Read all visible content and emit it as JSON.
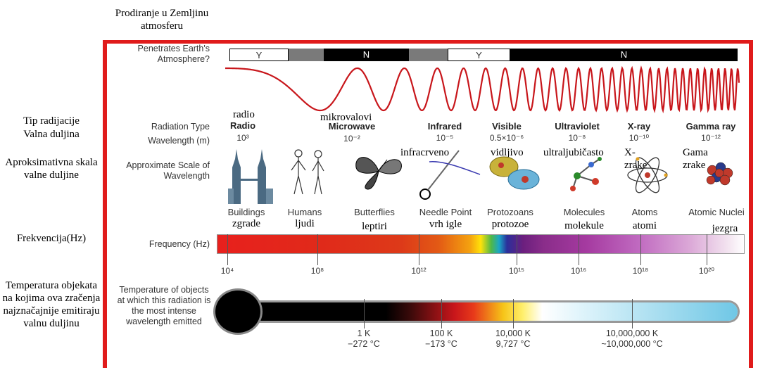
{
  "top_title": "Prodiranje u Zemljinu atmosferu",
  "left_labels": {
    "tip": "Tip radijacije",
    "valna": "Valna duljina",
    "aprox": "Aproksimativna skala valne duljine",
    "frek": "Frekvencija(Hz)",
    "temp": "Temperatura objekata na kojima ova zračenja najznačajnije emitiraju valnu duljinu"
  },
  "row_labels": {
    "penetrates": "Penetrates Earth's Atmosphere?",
    "radiation_type": "Radiation Type",
    "wavelength": "Wavelength (m)",
    "approx": "Approximate Scale of Wavelength",
    "frequency": "Frequency (Hz)",
    "temperature": "Temperature of objects at which this radiation is the most intense wavelength emitted"
  },
  "penetration": [
    "Y",
    "N",
    "Y",
    "N"
  ],
  "types": [
    {
      "name": "Radio",
      "hr": "radio",
      "wl": "10³"
    },
    {
      "name": "Microwave",
      "hr": "mikrovalovi",
      "wl": "10⁻²"
    },
    {
      "name": "Infrared",
      "hr": "infracrveno",
      "wl": "10⁻⁵"
    },
    {
      "name": "Visible",
      "hr": "vidljivo",
      "wl": "0.5×10⁻⁶"
    },
    {
      "name": "Ultraviolet",
      "hr": "ultraljubičasto",
      "wl": "10⁻⁸"
    },
    {
      "name": "X-ray",
      "hr": "X-zrake",
      "wl": "10⁻¹⁰"
    },
    {
      "name": "Gamma ray",
      "hr": "Gama zrake",
      "wl": "10⁻¹²"
    }
  ],
  "scales": [
    {
      "en": "Buildings",
      "hr": "zgrade"
    },
    {
      "en": "Humans",
      "hr": "ljudi"
    },
    {
      "en": "Butterflies",
      "hr": "leptiri"
    },
    {
      "en": "Needle Point",
      "hr": "vrh igle"
    },
    {
      "en": "Protozoans",
      "hr": "protozoe"
    },
    {
      "en": "Molecules",
      "hr": "molekule"
    },
    {
      "en": "Atoms",
      "hr": "atomi"
    },
    {
      "en": "Atomic Nuclei",
      "hr": "jezgra atoma"
    }
  ],
  "frequency_ticks": [
    "10⁴",
    "10⁸",
    "10¹²",
    "10¹⁵",
    "10¹⁶",
    "10¹⁸",
    "10²⁰"
  ],
  "temperature_ticks": [
    {
      "k": "1 K",
      "c": "−272 °C"
    },
    {
      "k": "100 K",
      "c": "−173 °C"
    },
    {
      "k": "10,000 K",
      "c": "9,727 °C"
    },
    {
      "k": "10,000,000 K",
      "c": "~10,000,000 °C"
    }
  ],
  "colors": {
    "frame": "#e01b1b",
    "wave": "#c8161b"
  }
}
